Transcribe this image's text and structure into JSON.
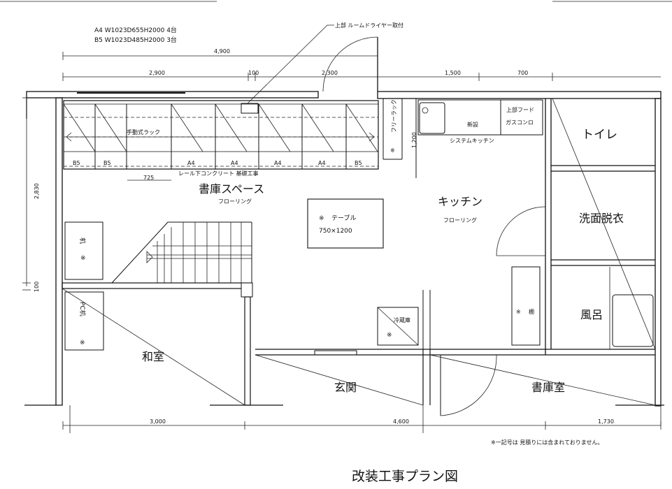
{
  "spec_lines": [
    "A4  W1023D655H2000  4台",
    "B5  W1023D485H2000  3台"
  ],
  "top_note": "上部  ルームドライヤー取付",
  "dimensions": {
    "top_total": "4,900",
    "top_2900": "2,900",
    "top_100": "100",
    "top_2300": "2,300",
    "top_1500": "1,500",
    "top_700": "700",
    "left_2830": "2,830",
    "left_100": "100",
    "rack_725": "725",
    "fridge_1200": "1,200",
    "bottom_3000": "3,000",
    "bottom_4600": "4,600",
    "bottom_1730": "1,730"
  },
  "rack": {
    "label": "手動式ラック",
    "units": [
      "B5",
      "B5",
      "A4",
      "A4",
      "A4",
      "A4",
      "B5"
    ],
    "rail_note": "レール下コンクリート 基礎工事"
  },
  "free_rack": {
    "label": "フリーラック",
    "mark": "※"
  },
  "library": {
    "name": "書庫スペース",
    "floor": "フローリング"
  },
  "table": {
    "mark": "※",
    "label": "テーブル",
    "size": "750×1200"
  },
  "kitchen": {
    "name": "キッチン",
    "floor": "フローリング",
    "new": "新設",
    "hood": "上部フード",
    "stove": "ガスコンロ",
    "system": "システムキッチン"
  },
  "desk": {
    "mark": "※",
    "label": "机"
  },
  "pc_desk": {
    "label": "PC机",
    "mark": "※"
  },
  "fridge": {
    "label": "冷蔵庫",
    "mark": "※"
  },
  "shelf": {
    "mark": "※",
    "label": "棚"
  },
  "rooms": {
    "toilet": "トイレ",
    "washroom": "洗面脱衣",
    "bath": "風呂",
    "washitsu": "和室",
    "entrance": "玄関",
    "storeroom": "書庫室"
  },
  "footnote": "※一記号は  見積りには含まれておりません。",
  "title": "改装工事プラン図"
}
